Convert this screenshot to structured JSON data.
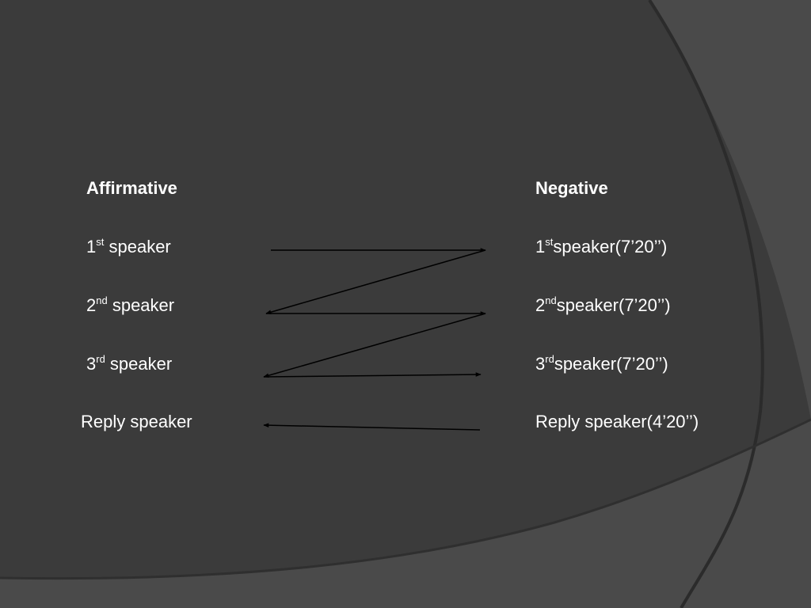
{
  "colors": {
    "background_dark": "#3b3b3b",
    "background_light": "#4a4a4a",
    "arc_stroke": "#2b2b2b",
    "text": "#ffffff",
    "arrow": "#000000"
  },
  "affirmative": {
    "heading": "Affirmative",
    "speakers": [
      {
        "num": "1",
        "suffix": "st",
        "label": " speaker"
      },
      {
        "num": "2",
        "suffix": "nd",
        "label": " speaker"
      },
      {
        "num": "3",
        "suffix": "rd",
        "label": " speaker"
      }
    ],
    "reply": "Reply speaker"
  },
  "negative": {
    "heading": "Negative",
    "speakers": [
      {
        "num": "1",
        "suffix": "st",
        "label": "speaker(7’20’’)"
      },
      {
        "num": "2",
        "suffix": "nd",
        "label": "speaker(7’20’’)"
      },
      {
        "num": "3",
        "suffix": "rd",
        "label": "speaker(7’20’’)"
      }
    ],
    "reply": "Reply speaker(4’20’’)"
  },
  "speaking_order": [
    {
      "from": "affirmative-1",
      "to": "negative-1"
    },
    {
      "from": "negative-1",
      "to": "affirmative-2"
    },
    {
      "from": "affirmative-2",
      "to": "negative-2"
    },
    {
      "from": "negative-2",
      "to": "affirmative-3"
    },
    {
      "from": "affirmative-3",
      "to": "negative-3"
    },
    {
      "from": "negative-reply",
      "to": "affirmative-reply"
    }
  ]
}
